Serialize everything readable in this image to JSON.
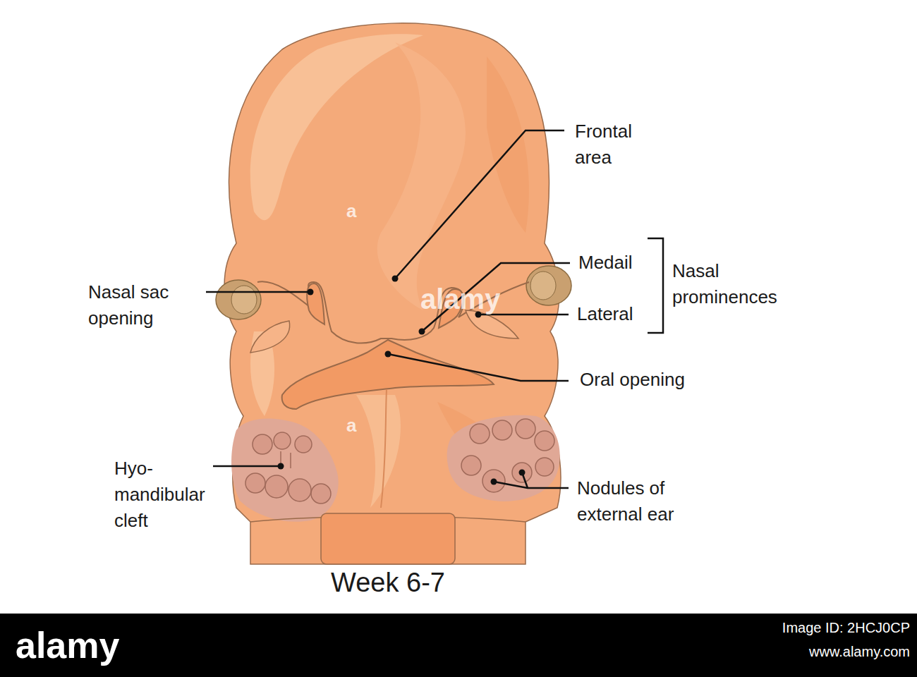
{
  "diagram": {
    "caption": "Week 6-7",
    "labels": [
      "Frontal area",
      "Medail",
      "Lateral",
      "Nasal prominences",
      "Nasal sac opening",
      "Oral opening",
      "Hyo- mandibular cleft",
      "Nodules of external ear",
      "alamy",
      "a",
      "a",
      "alamy",
      "Image ID: 2HCJ0CP",
      "www.alamy.com"
    ]
  }
}
